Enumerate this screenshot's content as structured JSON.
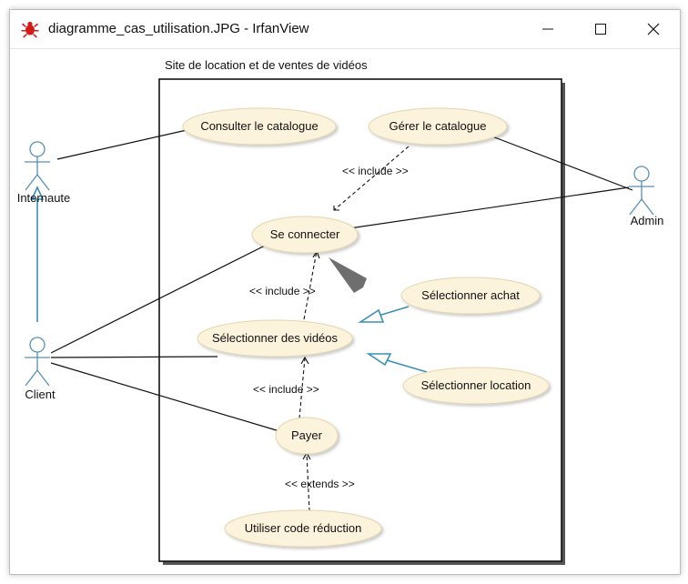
{
  "window": {
    "title": "diagramme_cas_utilisation.JPG - IrfanView",
    "controls": {
      "minimize": "minimize",
      "maximize": "maximize",
      "close": "close"
    }
  },
  "diagram": {
    "system_title": "Site de location et de ventes de vidéos",
    "actors": {
      "internaute": "Internaute",
      "client": "Client",
      "admin": "Admin"
    },
    "use_cases": {
      "consulter": "Consulter le catalogue",
      "gerer": "Gérer le catalogue",
      "connecter": "Se connecter",
      "selectionner_videos": "Sélectionner des vidéos",
      "selectionner_achat": "Sélectionner achat",
      "selectionner_location": "Sélectionner location",
      "payer": "Payer",
      "code_reduction": "Utiliser code réduction"
    },
    "relations": {
      "include_gerer": "<< include >>",
      "include_selection": "<< include >>",
      "include_payer": "<< include >>",
      "extends_code": "<< extends >>"
    },
    "colors": {
      "use_case_fill": "#fbf3dc",
      "actor_stroke": "#5a8fb0",
      "generalization": "#3b8fb5"
    }
  }
}
